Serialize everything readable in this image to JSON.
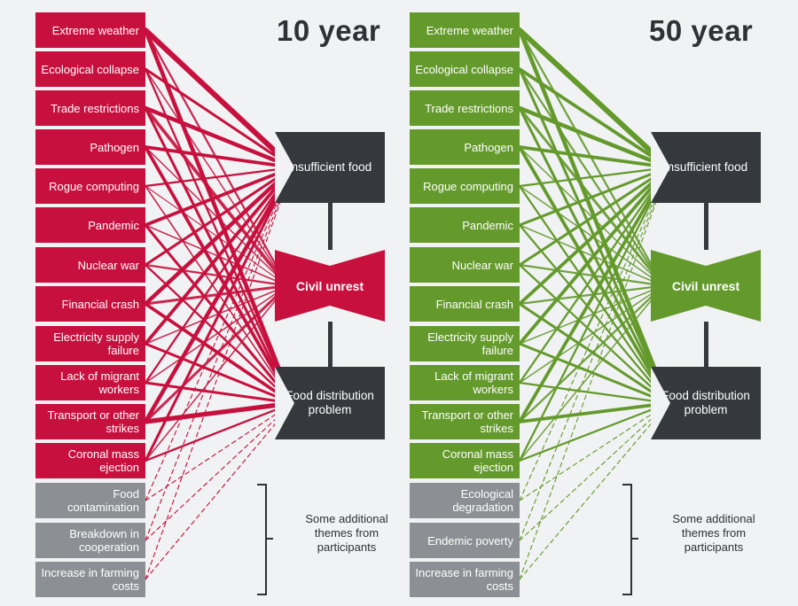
{
  "panels": [
    {
      "id": "left",
      "title": "10 year",
      "accent": "#c8103e",
      "additional_color": "#8c9094",
      "outcome_dark": "#35393d",
      "drivers": [
        {
          "label": "Extreme weather"
        },
        {
          "label": "Ecological collapse"
        },
        {
          "label": "Trade restrictions"
        },
        {
          "label": "Pathogen"
        },
        {
          "label": "Rogue computing"
        },
        {
          "label": "Pandemic"
        },
        {
          "label": "Nuclear war"
        },
        {
          "label": "Financial crash"
        },
        {
          "label": "Electricity supply failure"
        },
        {
          "label": "Lack of migrant workers"
        },
        {
          "label": "Transport or other strikes"
        },
        {
          "label": "Coronal mass ejection"
        }
      ],
      "additional_drivers": [
        {
          "label": "Food contamination"
        },
        {
          "label": "Breakdown in cooperation"
        },
        {
          "label": "Increase in farming costs"
        }
      ],
      "outcomes": {
        "top": "Insufficient food",
        "middle": "Civil unrest",
        "bottom": "Food distribution problem"
      },
      "additional_note": "Some additional themes from participants"
    },
    {
      "id": "right",
      "title": "50 year",
      "accent": "#649a2c",
      "additional_color": "#8c9094",
      "outcome_dark": "#35393d",
      "drivers": [
        {
          "label": "Extreme weather"
        },
        {
          "label": "Ecological collapse"
        },
        {
          "label": "Trade restrictions"
        },
        {
          "label": "Pathogen"
        },
        {
          "label": "Rogue computing"
        },
        {
          "label": "Pandemic"
        },
        {
          "label": "Nuclear war"
        },
        {
          "label": "Financial crash"
        },
        {
          "label": "Electricity supply failure"
        },
        {
          "label": "Lack of migrant workers"
        },
        {
          "label": "Transport or other strikes"
        },
        {
          "label": "Coronal mass ejection"
        }
      ],
      "additional_drivers": [
        {
          "label": "Ecological degradation"
        },
        {
          "label": "Endemic poverty"
        },
        {
          "label": "Increase in farming costs"
        }
      ],
      "outcomes": {
        "top": "Insufficient food",
        "middle": "Civil unrest",
        "bottom": "Food distribution problem"
      },
      "additional_note": "Some additional themes from participants"
    }
  ]
}
